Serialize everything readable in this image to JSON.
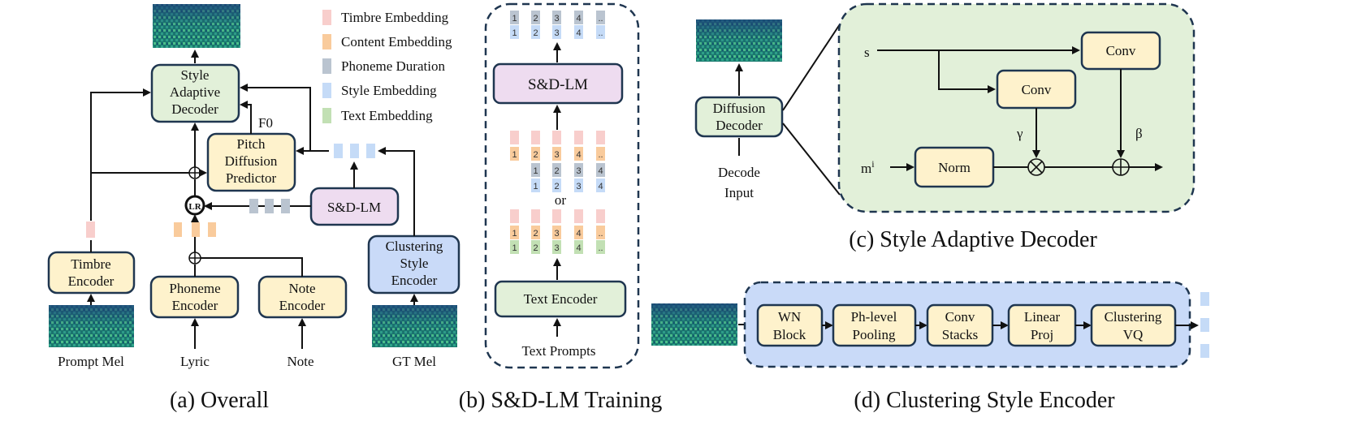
{
  "colors": {
    "yellow_box": "#FEF2CC",
    "green_box": "#E2F0D9",
    "purple_box": "#EEDCF0",
    "blue_box": "#C9DAF8",
    "panel_green": "#E2F0D9",
    "panel_blue": "#C9DAF8",
    "stroke": "#1F3650",
    "timbre": "#F8CECC",
    "content": "#F9CB9C",
    "duration": "#BAC4D0",
    "style": "#C5DBF7",
    "text_emb": "#C2E0B4"
  },
  "legend": {
    "timbre": "Timbre Embedding",
    "content": "Content Embedding",
    "duration": "Phoneme Duration",
    "style": "Style Embedding",
    "text": "Text Embedding"
  },
  "overall": {
    "style_decoder": [
      "Style",
      "Adaptive",
      "Decoder"
    ],
    "pitch_predictor": [
      "Pitch",
      "Diffusion",
      "Predictor"
    ],
    "f0": "F0",
    "sdlm": "S&D-LM",
    "lr": "LR",
    "timbre_encoder": [
      "Timbre",
      "Encoder"
    ],
    "phoneme_encoder": [
      "Phoneme",
      "Encoder"
    ],
    "note_encoder": [
      "Note",
      "Encoder"
    ],
    "clustering_encoder": [
      "Clustering",
      "Style",
      "Encoder"
    ],
    "prompt_mel": "Prompt Mel",
    "lyric": "Lyric",
    "note": "Note",
    "gt_mel": "GT Mel",
    "caption": "(a) Overall"
  },
  "training": {
    "sdlm": "S&D-LM",
    "text_encoder": "Text Encoder",
    "text_prompts": "Text Prompts",
    "or": "or",
    "tokens": [
      "1",
      "2",
      "3",
      "4",
      ".."
    ],
    "caption": "(b) S&D-LM Training"
  },
  "decoder": {
    "diffusion_decoder": [
      "Diffusion",
      "Decoder"
    ],
    "decode_input": [
      "Decode",
      "Input"
    ],
    "s": "s",
    "m": "m",
    "m_sup": "i",
    "conv": "Conv",
    "norm": "Norm",
    "gamma": "γ",
    "beta": "β",
    "caption": "(c) Style Adaptive Decoder"
  },
  "clustering": {
    "wn_block": [
      "WN",
      "Block"
    ],
    "ph_pooling": [
      "Ph-level",
      "Pooling"
    ],
    "conv_stacks": [
      "Conv",
      "Stacks"
    ],
    "linear_proj": [
      "Linear",
      "Proj"
    ],
    "clustering_vq": [
      "Clustering",
      "VQ"
    ],
    "caption": "(d) Clustering Style Encoder"
  }
}
